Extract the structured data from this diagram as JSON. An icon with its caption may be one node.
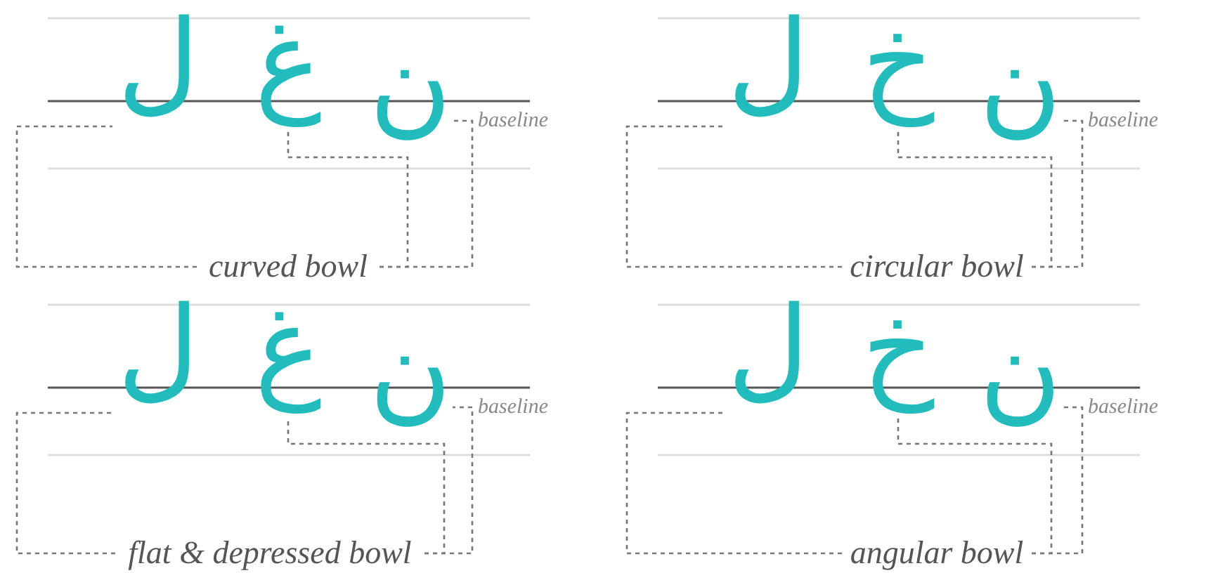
{
  "diagram": {
    "nodes": [
      {
        "text": [
          "ل"
        ]
      },
      {
        "text": [
          "غ"
        ]
      },
      {
        "text": [
          "ن"
        ]
      },
      {
        "text": [
          "curved bowl"
        ]
      },
      {
        "text": [
          "ل"
        ]
      },
      {
        "text": [
          "خ"
        ]
      },
      {
        "text": [
          "ن"
        ]
      },
      {
        "text": [
          "circular bowl"
        ]
      },
      {
        "text": [
          "ل"
        ]
      },
      {
        "text": [
          "غ"
        ]
      },
      {
        "text": [
          "ن"
        ]
      },
      {
        "text": [
          "flat & depressed bowl"
        ]
      },
      {
        "text": [
          "ل"
        ]
      },
      {
        "text": [
          "خ"
        ]
      },
      {
        "text": [
          "ن"
        ]
      },
      {
        "text": [
          "angular bowl"
        ]
      }
    ],
    "edges": [
      {
        "from": 3,
        "to": 0,
        "arrow": "none",
        "style": "dashed"
      },
      {
        "from": 3,
        "to": 1,
        "arrow": "none",
        "style": "dashed"
      },
      {
        "from": 3,
        "to": 2,
        "arrow": "none",
        "style": "dashed"
      },
      {
        "from": 7,
        "to": 4,
        "arrow": "none",
        "style": "dashed"
      },
      {
        "from": 7,
        "to": 5,
        "arrow": "none",
        "style": "dashed"
      },
      {
        "from": 7,
        "to": 6,
        "arrow": "none",
        "style": "dashed"
      },
      {
        "from": 11,
        "to": 8,
        "arrow": "none",
        "style": "dashed"
      },
      {
        "from": 11,
        "to": 9,
        "arrow": "none",
        "style": "dashed"
      },
      {
        "from": 11,
        "to": 10,
        "arrow": "none",
        "style": "dashed"
      },
      {
        "from": 15,
        "to": 12,
        "arrow": "none",
        "style": "dashed"
      },
      {
        "from": 15,
        "to": 13,
        "arrow": "none",
        "style": "dashed"
      },
      {
        "from": 15,
        "to": 14,
        "arrow": "none",
        "style": "dashed"
      }
    ],
    "labels": [
      "baseline",
      "baseline",
      "baseline",
      "baseline"
    ]
  }
}
